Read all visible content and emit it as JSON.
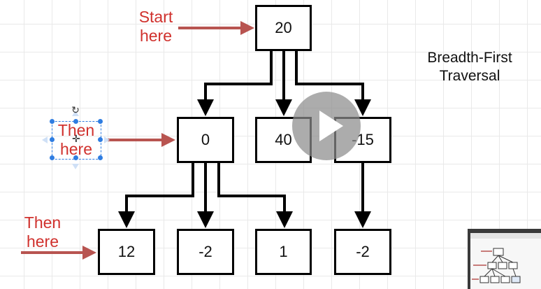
{
  "title": "Breadth-First Traversal",
  "title_lines": [
    "Breadth-First",
    "Traversal"
  ],
  "nodes": {
    "root": "20",
    "l1_left": "0",
    "l1_mid": "40",
    "l1_right": "-15",
    "l2_a": "12",
    "l2_b": "-2",
    "l2_c": "1",
    "l2_d": "-2"
  },
  "labels": {
    "start": [
      "Start",
      "here"
    ],
    "then1": [
      "Then",
      "here"
    ],
    "then2": [
      "Then",
      "here"
    ]
  },
  "colors": {
    "label_red": "#d0312d",
    "arrow_red": "#b85450",
    "selection_blue": "#2f7de1",
    "play_overlay": "#8c8c8c"
  },
  "icons": {
    "play": "play-icon",
    "rotate": "rotate-icon",
    "move": "move-icon"
  }
}
